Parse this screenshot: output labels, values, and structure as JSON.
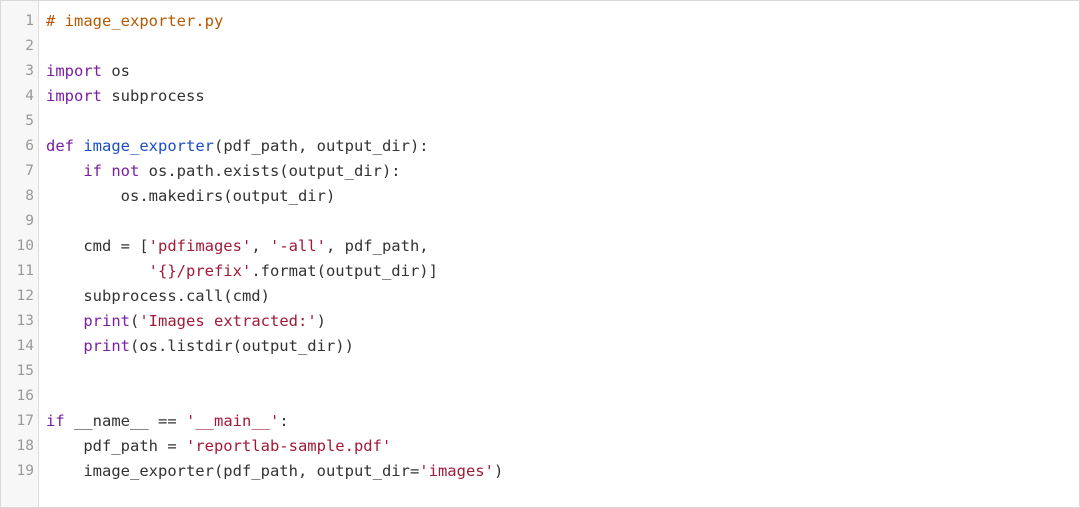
{
  "editor": {
    "lines": [
      {
        "n": "1",
        "t": [
          {
            "c": "cm",
            "s": "# image_exporter.py"
          }
        ]
      },
      {
        "n": "2",
        "t": []
      },
      {
        "n": "3",
        "t": [
          {
            "c": "kw",
            "s": "import"
          },
          {
            "c": "plain",
            "s": " os"
          }
        ]
      },
      {
        "n": "4",
        "t": [
          {
            "c": "kw",
            "s": "import"
          },
          {
            "c": "plain",
            "s": " subprocess"
          }
        ]
      },
      {
        "n": "5",
        "t": []
      },
      {
        "n": "6",
        "t": [
          {
            "c": "kw",
            "s": "def"
          },
          {
            "c": "plain",
            "s": " "
          },
          {
            "c": "fn",
            "s": "image_exporter"
          },
          {
            "c": "plain",
            "s": "(pdf_path, output_dir):"
          }
        ]
      },
      {
        "n": "7",
        "t": [
          {
            "c": "plain",
            "s": "    "
          },
          {
            "c": "kw",
            "s": "if not"
          },
          {
            "c": "plain",
            "s": " os.path.exists(output_dir):"
          }
        ]
      },
      {
        "n": "8",
        "t": [
          {
            "c": "plain",
            "s": "        os.makedirs(output_dir)"
          }
        ]
      },
      {
        "n": "9",
        "t": []
      },
      {
        "n": "10",
        "t": [
          {
            "c": "plain",
            "s": "    cmd = ["
          },
          {
            "c": "str",
            "s": "'pdfimages'"
          },
          {
            "c": "plain",
            "s": ", "
          },
          {
            "c": "str",
            "s": "'-all'"
          },
          {
            "c": "plain",
            "s": ", pdf_path,"
          }
        ]
      },
      {
        "n": "11",
        "t": [
          {
            "c": "plain",
            "s": "           "
          },
          {
            "c": "str",
            "s": "'{}/prefix'"
          },
          {
            "c": "plain",
            "s": ".format(output_dir)]"
          }
        ]
      },
      {
        "n": "12",
        "t": [
          {
            "c": "plain",
            "s": "    subprocess.call(cmd)"
          }
        ]
      },
      {
        "n": "13",
        "t": [
          {
            "c": "plain",
            "s": "    "
          },
          {
            "c": "kw",
            "s": "print"
          },
          {
            "c": "plain",
            "s": "("
          },
          {
            "c": "str",
            "s": "'Images extracted:'"
          },
          {
            "c": "plain",
            "s": ")"
          }
        ]
      },
      {
        "n": "14",
        "t": [
          {
            "c": "plain",
            "s": "    "
          },
          {
            "c": "kw",
            "s": "print"
          },
          {
            "c": "plain",
            "s": "(os.listdir(output_dir))"
          }
        ]
      },
      {
        "n": "15",
        "t": []
      },
      {
        "n": "16",
        "t": []
      },
      {
        "n": "17",
        "t": [
          {
            "c": "kw",
            "s": "if"
          },
          {
            "c": "plain",
            "s": " __name__ == "
          },
          {
            "c": "str",
            "s": "'__main__'"
          },
          {
            "c": "plain",
            "s": ":"
          }
        ]
      },
      {
        "n": "18",
        "t": [
          {
            "c": "plain",
            "s": "    pdf_path = "
          },
          {
            "c": "str",
            "s": "'reportlab-sample.pdf'"
          }
        ]
      },
      {
        "n": "19",
        "t": [
          {
            "c": "plain",
            "s": "    image_exporter(pdf_path, output_dir="
          },
          {
            "c": "str",
            "s": "'images'"
          },
          {
            "c": "plain",
            "s": ")"
          }
        ]
      }
    ]
  },
  "colors": {
    "keyword": "#7a1fa2",
    "function": "#1a4fc4",
    "string": "#a11a38",
    "comment": "#b35900",
    "text": "#333333",
    "line_number": "#999999",
    "gutter_bg": "#f7f7f7"
  }
}
